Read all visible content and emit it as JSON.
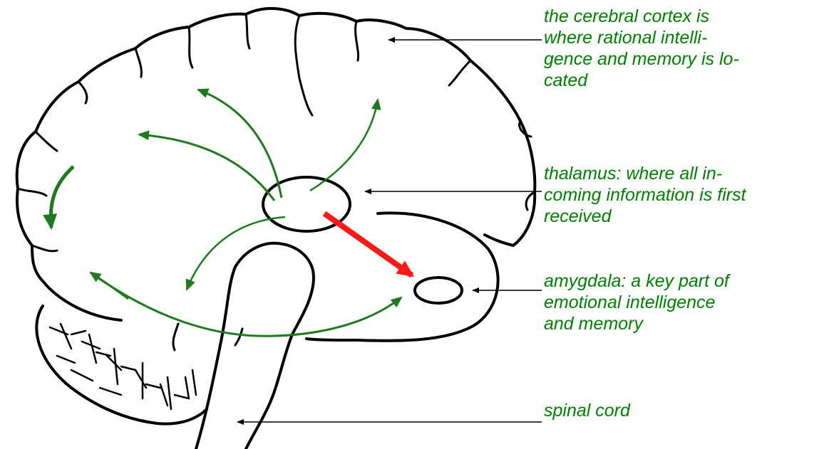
{
  "colors": {
    "label_text": "#008000",
    "pathway_arrow": "#1e7a1e",
    "emotional_arrow": "#ff1a1a",
    "outline": "#000000"
  },
  "labels": {
    "cortex": [
      "the cerebral cortex is",
      "where rational intelli-",
      "gence and memory is lo-",
      "cated"
    ],
    "thalamus": [
      "thalamus: where all in-",
      "coming information is first",
      "received"
    ],
    "amygdala": [
      "amygdala: a key part of",
      "emotional intelligence",
      "and memory"
    ],
    "spinal_cord": [
      "spinal cord"
    ]
  }
}
